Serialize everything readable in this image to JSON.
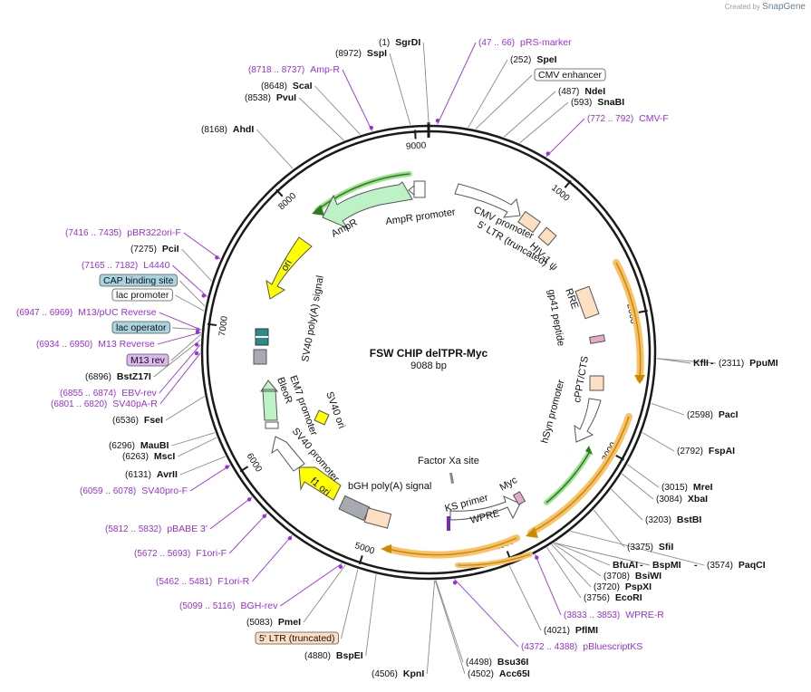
{
  "header": {
    "credit_prefix": "Created by",
    "credit_brand": "SnapGene"
  },
  "plasmid": {
    "name": "FSW CHIP delTPR-Myc",
    "length": "9088 bp",
    "length_bp": 9088
  },
  "colors": {
    "backbone": "#1a1a1a",
    "site_line": "#8a8a8a",
    "primer": "#9b30d9",
    "green_feature": "#bdf2c7",
    "yellow_feature": "#ffff00",
    "peach_feature": "#fde0c2",
    "orange_halo": "#f6c36a",
    "lac_operator_box": "#a9d3e0",
    "m13rev_box": "#dcb7ef"
  },
  "ticks": [
    {
      "label": "1000",
      "bp": 1000
    },
    {
      "label": "2000",
      "bp": 2000
    },
    {
      "label": "3000",
      "bp": 3000
    },
    {
      "label": "4000",
      "bp": 4000
    },
    {
      "label": "5000",
      "bp": 5000
    },
    {
      "label": "6000",
      "bp": 6000
    },
    {
      "label": "7000",
      "bp": 7000
    },
    {
      "label": "8000",
      "bp": 8000
    },
    {
      "label": "9000",
      "bp": 9000
    }
  ],
  "outer_labels": [
    {
      "id": "sgrdi",
      "pos": "(1)",
      "name": "SgrDI",
      "kind": "enzyme",
      "bp": 1,
      "side": "R"
    },
    {
      "id": "sspi",
      "pos": "(8972)",
      "name": "SspI",
      "kind": "enzyme",
      "bp": 8972,
      "side": "L"
    },
    {
      "id": "ampr-primer",
      "pos": "(8718 .. 8737)",
      "name": "Amp-R",
      "kind": "primer",
      "bp": 8727,
      "side": "L"
    },
    {
      "id": "scai",
      "pos": "(8648)",
      "name": "ScaI",
      "kind": "enzyme",
      "bp": 8648,
      "side": "L"
    },
    {
      "id": "pvui",
      "pos": "(8538)",
      "name": "PvuI",
      "kind": "enzyme",
      "bp": 8538,
      "side": "L"
    },
    {
      "id": "ahdi",
      "pos": "(8168)",
      "name": "AhdI",
      "kind": "enzyme",
      "bp": 8168,
      "side": "L"
    },
    {
      "id": "pbr322ori-f",
      "pos": "(7416 .. 7435)",
      "name": "pBR322ori-F",
      "kind": "primer",
      "bp": 7425,
      "side": "L"
    },
    {
      "id": "pcii",
      "pos": "(7275)",
      "name": "PciI",
      "kind": "enzyme",
      "bp": 7275,
      "side": "L"
    },
    {
      "id": "l4440",
      "pos": "(7165 .. 7182)",
      "name": "L4440",
      "kind": "primer",
      "bp": 7173,
      "side": "L"
    },
    {
      "id": "cap-binding-site",
      "pos": "",
      "name": "CAP binding site",
      "kind": "box-blue",
      "bp": 7110,
      "side": "L"
    },
    {
      "id": "lac-promoter",
      "pos": "",
      "name": "lac promoter",
      "kind": "box-white",
      "bp": 7080,
      "side": "L"
    },
    {
      "id": "m13-puc-reverse",
      "pos": "(6947 .. 6969)",
      "name": "M13/pUC Reverse",
      "kind": "primer",
      "bp": 6958,
      "side": "L"
    },
    {
      "id": "lac-operator",
      "pos": "",
      "name": "lac operator",
      "kind": "box-blue",
      "bp": 6960,
      "side": "L"
    },
    {
      "id": "m13-reverse",
      "pos": "(6934 .. 6950)",
      "name": "M13 Reverse",
      "kind": "primer",
      "bp": 6942,
      "side": "L"
    },
    {
      "id": "m13-rev",
      "pos": "",
      "name": "M13 rev",
      "kind": "box-purple",
      "bp": 6930,
      "side": "L"
    },
    {
      "id": "bstz17i",
      "pos": "(6896)",
      "name": "BstZ17I",
      "kind": "enzyme",
      "bp": 6896,
      "side": "L"
    },
    {
      "id": "ebv-rev",
      "pos": "(6855 .. 6874)",
      "name": "EBV-rev",
      "kind": "primer",
      "bp": 6864,
      "side": "L"
    },
    {
      "id": "sv40pa-r",
      "pos": "(6801 .. 6820)",
      "name": "SV40pA-R",
      "kind": "primer",
      "bp": 6810,
      "side": "L"
    },
    {
      "id": "fsei",
      "pos": "(6536)",
      "name": "FseI",
      "kind": "enzyme",
      "bp": 6536,
      "side": "L"
    },
    {
      "id": "maubi",
      "pos": "(6296)",
      "name": "MauBI",
      "kind": "enzyme",
      "bp": 6296,
      "side": "L"
    },
    {
      "id": "msci",
      "pos": "(6263)",
      "name": "MscI",
      "kind": "enzyme",
      "bp": 6263,
      "side": "L"
    },
    {
      "id": "avrii",
      "pos": "(6131)",
      "name": "AvrII",
      "kind": "enzyme",
      "bp": 6131,
      "side": "L"
    },
    {
      "id": "sv40pro-f",
      "pos": "(6059 .. 6078)",
      "name": "SV40pro-F",
      "kind": "primer",
      "bp": 6068,
      "side": "L"
    },
    {
      "id": "pbabe3",
      "pos": "(5812 .. 5832)",
      "name": "pBABE 3'",
      "kind": "primer",
      "bp": 5822,
      "side": "L"
    },
    {
      "id": "f1ori-f",
      "pos": "(5672 .. 5693)",
      "name": "F1ori-F",
      "kind": "primer",
      "bp": 5682,
      "side": "L"
    },
    {
      "id": "f1ori-r",
      "pos": "(5462 .. 5481)",
      "name": "F1ori-R",
      "kind": "primer",
      "bp": 5471,
      "side": "L"
    },
    {
      "id": "bgh-rev",
      "pos": "(5099 .. 5116)",
      "name": "BGH-rev",
      "kind": "primer",
      "bp": 5107,
      "side": "L"
    },
    {
      "id": "pmei",
      "pos": "(5083)",
      "name": "PmeI",
      "kind": "enzyme",
      "bp": 5083,
      "side": "L"
    },
    {
      "id": "ltr-trunc-box",
      "pos": "",
      "name": "5' LTR (truncated)",
      "kind": "box-peach",
      "bp": 5000,
      "side": "L"
    },
    {
      "id": "bspei",
      "pos": "(4880)",
      "name": "BspEI",
      "kind": "enzyme",
      "bp": 4880,
      "side": "L"
    },
    {
      "id": "kpni",
      "pos": "(4506)",
      "name": "KpnI",
      "kind": "enzyme",
      "bp": 4506,
      "side": "L"
    },
    {
      "id": "pbluescriptks",
      "pos": "(4372 .. 4388)",
      "name": "pBluescriptKS",
      "kind": "primer",
      "bp": 4380,
      "side": "R"
    },
    {
      "id": "bsu36i",
      "pos": "(4498)",
      "name": "Bsu36I",
      "kind": "enzyme",
      "bp": 4498,
      "side": "R"
    },
    {
      "id": "acc65i",
      "pos": "(4502)",
      "name": "Acc65I",
      "kind": "enzyme",
      "bp": 4502,
      "side": "R"
    },
    {
      "id": "pflmi",
      "pos": "(4021)",
      "name": "PflMI",
      "kind": "enzyme",
      "bp": 4021,
      "side": "R"
    },
    {
      "id": "wpre-r",
      "pos": "(3833 .. 3853)",
      "name": "WPRE-R",
      "kind": "primer",
      "bp": 3843,
      "side": "R"
    },
    {
      "id": "ecori",
      "pos": "(3756)",
      "name": "EcoRI",
      "kind": "enzyme",
      "bp": 3756,
      "side": "R"
    },
    {
      "id": "pspxi",
      "pos": "(3720)",
      "name": "PspXI",
      "kind": "enzyme",
      "bp": 3720,
      "side": "R"
    },
    {
      "id": "bsiwi",
      "pos": "(3708)",
      "name": "BsiWI",
      "kind": "enzyme",
      "bp": 3708,
      "side": "R"
    },
    {
      "id": "bfuai",
      "pos": "",
      "name": "BfuAI",
      "kind": "enzyme",
      "bp": 3700,
      "side": "R"
    },
    {
      "id": "bspmi",
      "pos": "",
      "name": "BspMI",
      "kind": "enzyme",
      "bp": 3700,
      "side": "R"
    },
    {
      "id": "paqci",
      "pos": "(3574)",
      "name": "PaqCI",
      "kind": "enzyme",
      "bp": 3574,
      "side": "R"
    },
    {
      "id": "sfii",
      "pos": "(3375)",
      "name": "SfiI",
      "kind": "enzyme",
      "bp": 3375,
      "side": "R"
    },
    {
      "id": "bstbi",
      "pos": "(3203)",
      "name": "BstBI",
      "kind": "enzyme",
      "bp": 3203,
      "side": "R"
    },
    {
      "id": "xbai",
      "pos": "(3084)",
      "name": "XbaI",
      "kind": "enzyme",
      "bp": 3084,
      "side": "R"
    },
    {
      "id": "msei",
      "pos": "(3015)",
      "name": "MreI",
      "kind": "enzyme",
      "bp": 3015,
      "side": "R"
    },
    {
      "id": "fspai",
      "pos": "(2792)",
      "name": "FspAI",
      "kind": "enzyme",
      "bp": 2792,
      "side": "R"
    },
    {
      "id": "paci",
      "pos": "(2598)",
      "name": "PacI",
      "kind": "enzyme",
      "bp": 2598,
      "side": "R"
    },
    {
      "id": "kfli",
      "pos": "",
      "name": "KflI",
      "kind": "enzyme",
      "bp": 2311,
      "side": "R"
    },
    {
      "id": "ppumi",
      "pos": "(2311)",
      "name": "PpuMI",
      "kind": "enzyme",
      "bp": 2311,
      "side": "R"
    },
    {
      "id": "cmv-f",
      "pos": "(772 .. 792)",
      "name": "CMV-F",
      "kind": "primer",
      "bp": 782,
      "side": "R"
    },
    {
      "id": "snabi",
      "pos": "(593)",
      "name": "SnaBI",
      "kind": "enzyme",
      "bp": 593,
      "side": "R"
    },
    {
      "id": "ndei",
      "pos": "(487)",
      "name": "NdeI",
      "kind": "enzyme",
      "bp": 487,
      "side": "R"
    },
    {
      "id": "cmv-enhancer",
      "pos": "",
      "name": "CMV enhancer",
      "kind": "box-white",
      "bp": 300,
      "side": "R"
    },
    {
      "id": "spei",
      "pos": "(252)",
      "name": "SpeI",
      "kind": "enzyme",
      "bp": 252,
      "side": "R"
    },
    {
      "id": "prs-marker",
      "pos": "(47 .. 66)",
      "name": "pRS-marker",
      "kind": "primer",
      "bp": 56,
      "side": "R"
    }
  ],
  "inner_labels": {
    "ampr": "AmpR",
    "ampr_promoter": "AmpR promoter",
    "ori": "ori",
    "sv40_polya_signal": "SV40 poly(A) signal",
    "cmv_promoter": "CMV promoter",
    "ltr_truncated": "5' LTR (truncated)",
    "hiv1_psi": "HIV-1 ψ",
    "rre": "RRE",
    "gp41_peptide": "gp41 peptide",
    "cppt_cts": "cPPT/CTS",
    "hsyn_promoter": "hSyn promoter",
    "sv40_ori": "SV40 ori",
    "em7_promoter": "EM7 promoter",
    "bleor": "BleoR",
    "sv40_promoter": "SV40 promoter",
    "f1_ori": "f1 ori",
    "bgh_polya_signal": "bGH poly(A) signal",
    "factor_xa_site": "Factor Xa site",
    "ks_primer": "KS primer",
    "myc": "Myc",
    "wpre": "WPRE"
  }
}
